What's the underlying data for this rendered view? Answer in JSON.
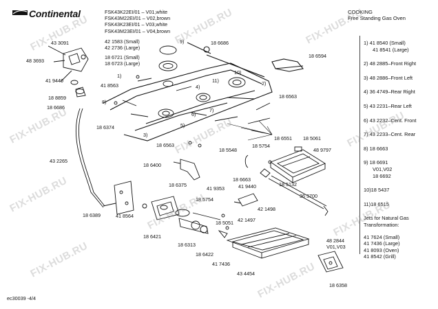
{
  "brand": {
    "name": "Continental"
  },
  "header": {
    "models": [
      "FSK43K22EI/01 – V01,white",
      "FSK43M22EI/01 – V02,brown",
      "FSK43K23EI/01 – V03,white",
      "FSK43M23EI/01 – V04,brown"
    ]
  },
  "title": {
    "line1": "COOKING",
    "line2": "Free Standing Gas Oven"
  },
  "footer": {
    "code": "ec30039 -4/4"
  },
  "watermark": "FIX-HUB.RU",
  "callouts": {
    "c433091": "43 3091",
    "c483693": "48 3693",
    "c419440a": "41 9440",
    "c188859": "18 8859",
    "c186686a": "18 6686",
    "c421583": "42 1583 (Small)",
    "c422736": "42 2736 (Large)",
    "c186721": "18 6721 (Small)",
    "c186723": "18 6723 (Large)",
    "n1": "1)",
    "c418563": "41 8563",
    "n8": "8)",
    "n9": "9)",
    "c186686b": "18 6686",
    "c186594": "18 6594",
    "n10": "10)",
    "n4": "4)",
    "n11": "11)",
    "n2": "2)",
    "c186563a": "18 6563",
    "n5": "5)",
    "n7": "7)",
    "n6": "6)",
    "n3": "3)",
    "c186374": "18 6374",
    "c186551": "18 6551",
    "c185061": "18 5061",
    "c186563b": "18 6563",
    "c185548": "18 5548",
    "c185754a": "18 5754",
    "c489797": "48 9797",
    "c186400": "18 6400",
    "c432265": "43 2265",
    "c186663": "18 6663",
    "c186375": "18 6375",
    "c419353": "41 9353",
    "c419440b": "41 9440",
    "c185132": "18 5132",
    "c185754b": "18 5754",
    "c421498": "42 1498",
    "c363700": "36 3700",
    "c421497": "42 1497",
    "c186389": "18 6389",
    "c418564": "41 8564",
    "c185051": "18 5051",
    "c186421": "18 6421",
    "c186313": "18 6313",
    "c186422": "18 6422",
    "c417436": "41 7436",
    "c482844": "48 2844",
    "c482844v": "V01,V03",
    "c434454": "43 4454",
    "c186358": "18 6358"
  },
  "legend": {
    "l1a": "1)  41 8540 (Small)",
    "l1b": "41 8541 (Large)",
    "l2": "2)  48 2885–Front Right",
    "l3": "3)  48 2886–Front Left",
    "l4": "4)  36 4749–Rear Right",
    "l5": "5)  43 2231–Rear Left",
    "l6": "6)  43 2232–Cent. Front",
    "l7": "7)  43 2233–Cent. Rear",
    "l8": "8)  18 6663",
    "l9a": "9)  18 6691",
    "l9b": "V01,V02",
    "l9c": "18 6692",
    "l10": "10)18 5437",
    "l11": "11)18 6515",
    "jets1": "Jets for Natural Gas",
    "jets2": "Transformation:",
    "j1": "41 7624 (Small)",
    "j2": "41 7436 (Large)",
    "j3": "41 8093 (Oven)",
    "j4": "41 8542 (Grill)"
  }
}
